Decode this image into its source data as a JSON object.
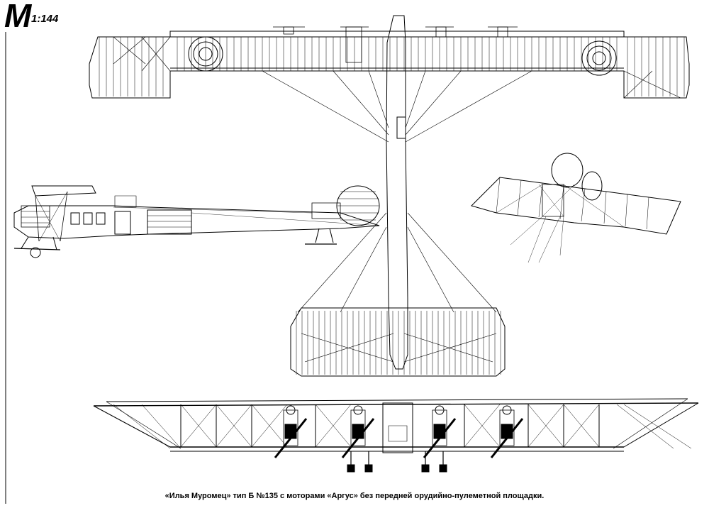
{
  "logo": {
    "letter": "M",
    "scale": "1:144"
  },
  "caption": "«Илья Муромец» тип Б №135 с моторами «Аргус» без передней орудийно-пулеметной площадки.",
  "colors": {
    "ink": "#000000",
    "paper": "#ffffff"
  },
  "views": [
    "top-view",
    "side-view",
    "perspective-view",
    "front-view"
  ]
}
